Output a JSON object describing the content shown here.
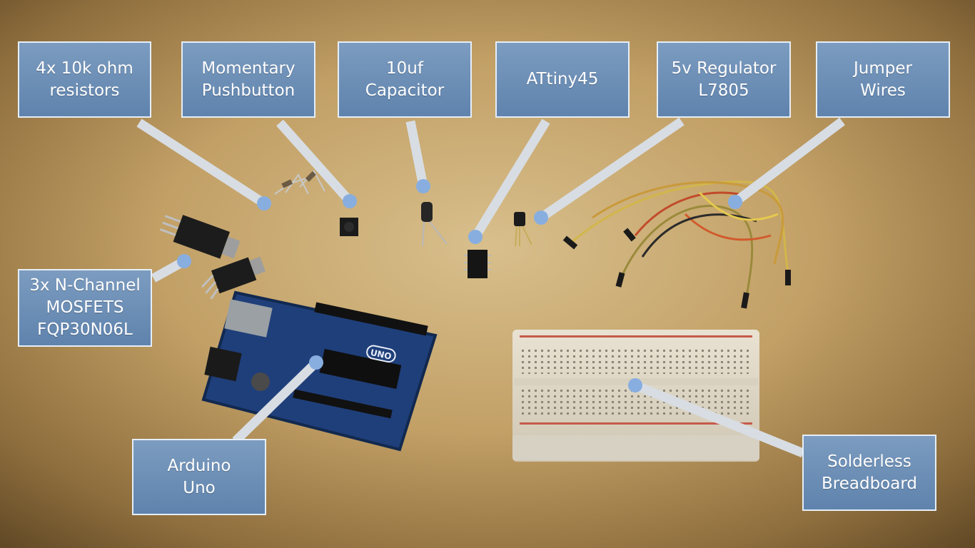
{
  "labels": {
    "resistors": "4x 10k ohm\nresistors",
    "pushbutton": "Momentary\nPushbutton",
    "capacitor": "10uf\nCapacitor",
    "attiny": "ATtiny45",
    "regulator": "5v Regulator\nL7805",
    "jumper": "Jumper\nWires",
    "mosfets": "3x N-Channel\nMOSFETS\nFQP30N06L",
    "arduino": "Arduino\nUno",
    "breadboard": "Solderless\nBreadboard"
  },
  "board_text": {
    "uno": "UNO"
  },
  "colors": {
    "callout_fill": "#6a8db6",
    "callout_border": "#e6eef7",
    "leader": "#d8dde3",
    "dot": "#88aee0",
    "board_blue": "#1f3f7a"
  }
}
